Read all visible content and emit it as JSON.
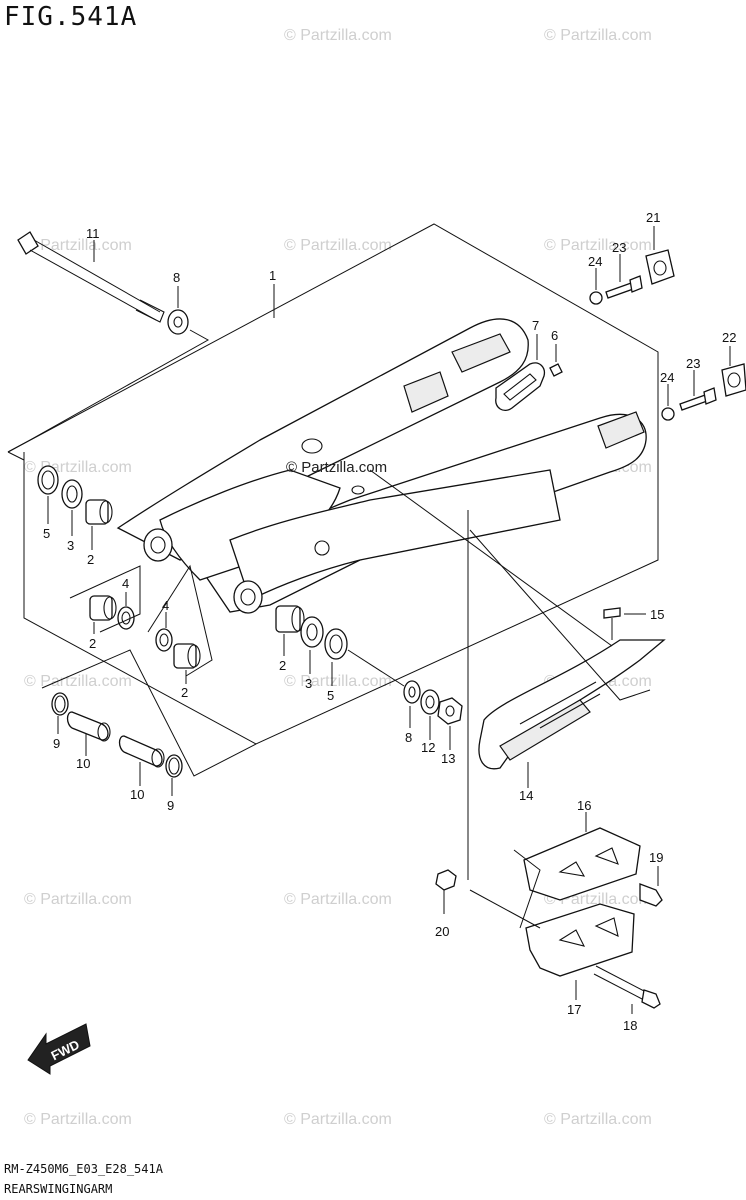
{
  "figure": {
    "title": "FIG.541A",
    "code": "RM-Z450M6_E03_E28_541A",
    "name": "REARSWINGINGARM"
  },
  "watermark": {
    "text": "© Partzilla.com",
    "center_text": "© Partzilla.com"
  },
  "fwd_label": "FWD",
  "callouts": {
    "c1": "1",
    "c2a": "2",
    "c2b": "2",
    "c2c": "2",
    "c2d": "2",
    "c3a": "3",
    "c3b": "3",
    "c4a": "4",
    "c4b": "4",
    "c5a": "5",
    "c5b": "5",
    "c6": "6",
    "c7": "7",
    "c8a": "8",
    "c8b": "8",
    "c9a": "9",
    "c9b": "9",
    "c10a": "10",
    "c10b": "10",
    "c11": "11",
    "c12": "12",
    "c13": "13",
    "c14": "14",
    "c15": "15",
    "c16": "16",
    "c17": "17",
    "c18": "18",
    "c19": "19",
    "c20": "20",
    "c21": "21",
    "c22": "22",
    "c23a": "23",
    "c23b": "23",
    "c24a": "24",
    "c24b": "24"
  }
}
